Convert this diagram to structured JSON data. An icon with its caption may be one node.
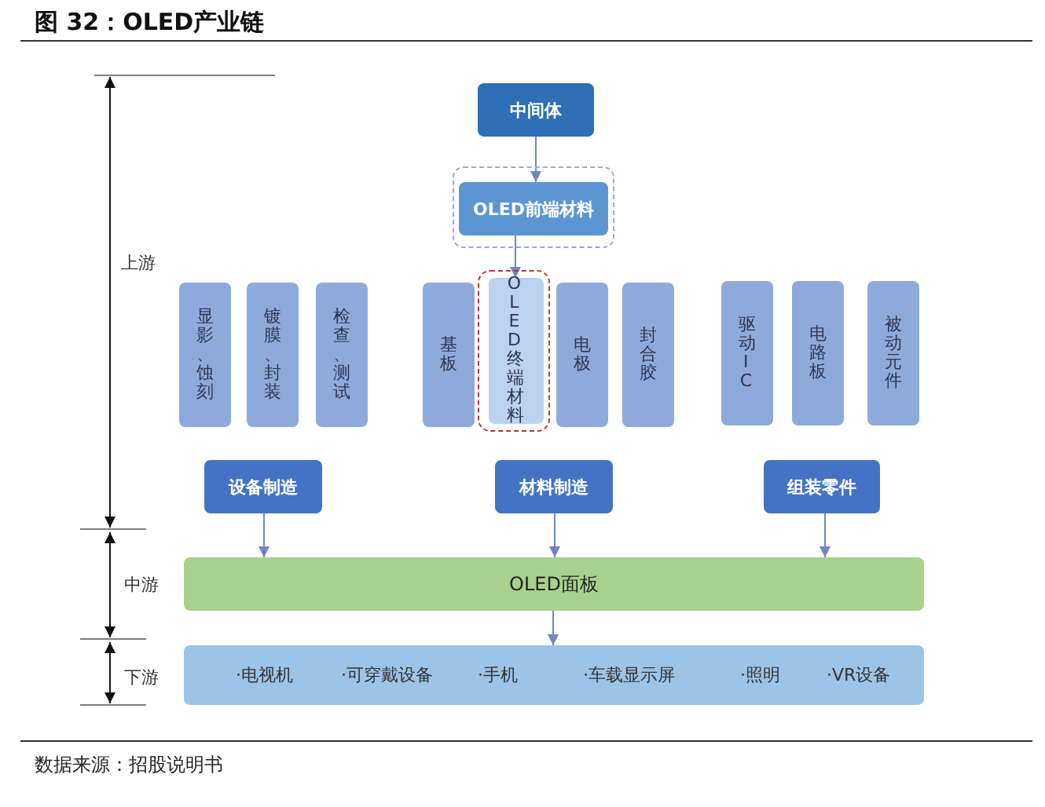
{
  "diagram": {
    "title": "图 32：OLED产业链",
    "nodes": [
      {
        "text": [
          "中间体"
        ]
      },
      {
        "text": [],
        "shape": "box"
      },
      {
        "text": [
          "OLED前端材料"
        ],
        "in": 1
      },
      {
        "text": [
          "显影、蚀刻"
        ]
      },
      {
        "text": [
          "镀膜、封装"
        ]
      },
      {
        "text": [
          "检查、测试"
        ]
      },
      {
        "text": [
          "基板"
        ]
      },
      {
        "text": [],
        "shape": "box"
      },
      {
        "text": [
          "OLED终端材料"
        ],
        "in": 7
      },
      {
        "text": [
          "电极"
        ]
      },
      {
        "text": [
          "封合胶"
        ]
      },
      {
        "text": [
          "驱动IC"
        ]
      },
      {
        "text": [
          "电路板"
        ]
      },
      {
        "text": [
          "被动元件"
        ]
      },
      {
        "text": [
          "设备制造"
        ]
      },
      {
        "text": [
          "材料制造"
        ]
      },
      {
        "text": [
          "组装零件"
        ]
      },
      {
        "text": [
          "OLED面板"
        ]
      },
      {
        "text": [
          "·电视机",
          "·可穿戴设备",
          "·手机",
          "·车载显示屏",
          "·照明",
          "·VR设备"
        ]
      }
    ],
    "edges": [
      {
        "from": 0,
        "to": 2,
        "arrow": "to"
      },
      {
        "from": 2,
        "to": 8,
        "arrow": "to"
      },
      {
        "from": 14,
        "to": 17,
        "arrow": "to"
      },
      {
        "from": 15,
        "to": 17,
        "arrow": "to"
      },
      {
        "from": 16,
        "to": 17,
        "arrow": "to"
      },
      {
        "from": 17,
        "to": 18,
        "arrow": "to"
      }
    ],
    "labels": [
      "上游",
      "中游",
      "下游"
    ],
    "caption": "数据来源：招股说明书"
  }
}
